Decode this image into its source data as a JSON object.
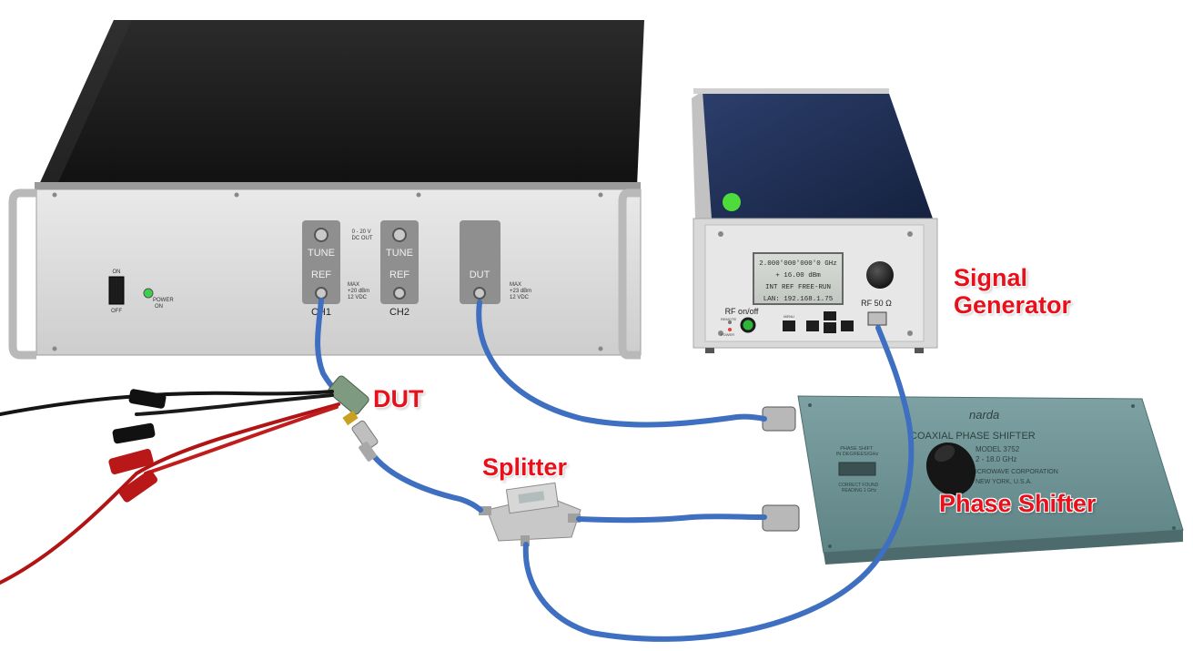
{
  "callouts": {
    "dut": "DUT",
    "splitter": "Splitter",
    "signal_generator": "Signal\nGenerator",
    "phase_shifter": "Phase Shifter"
  },
  "analyzer": {
    "on_label": "ON",
    "off_label": "OFF",
    "power_label": "POWER\nON",
    "tune_label": "TUNE",
    "ref_label": "REF",
    "dut_label": "DUT",
    "ch1_label": "CH1",
    "ch2_label": "CH2",
    "tune_spec": "0 - 20 V\nDC OUT",
    "ref_spec": "MAX\n+20 dBm\n12 VDC",
    "dut_spec": "MAX\n+23 dBm\n12 VDC"
  },
  "generator": {
    "display_line1": "2.000'000'000'0 GHz",
    "display_line2": "+ 16.00 dBm",
    "display_line3": "INT REF FREE-RUN",
    "display_line4": "LAN: 192.168.1.75",
    "rf_onoff": "RF on/off",
    "rf_port": "RF 50 Ω",
    "menu_label": "MENU",
    "remote_label": "REMOTE",
    "power_label": "POWER"
  },
  "phase_shifter": {
    "brand": "narda",
    "title": "COAXIAL PHASE SHIFTER",
    "model": "MODEL 3752",
    "freq": "2 - 18.0 GHz",
    "maker": "NARDA MICROWAVE CORPORATION",
    "city": "NEW YORK, U.S.A.",
    "dial_caption": "PHASE SHIFT\nIN DEGREES/GHz",
    "dial_note": "CORRECT FOUND\nREADING 1 GHz"
  },
  "colors": {
    "callout": "#e8101a",
    "cable": "#3f6fc0",
    "chassis_top": "#1b1b1b",
    "panel": "#dcdcdc",
    "generator_body": "#22345e",
    "phase_shifter": "#6f9496"
  }
}
